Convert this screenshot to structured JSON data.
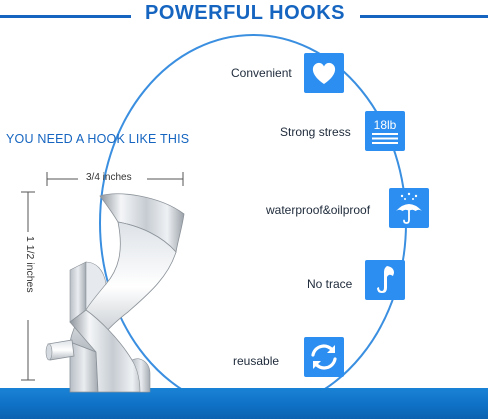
{
  "header": {
    "title": "POWERFUL HOOKS"
  },
  "subtitle": "YOU NEED A HOOK LIKE THIS",
  "dimensions": {
    "width_label": "3/4 inches",
    "height_label": "1 1/2 inches"
  },
  "features": [
    {
      "label": "Convenient",
      "icon": "heart-icon"
    },
    {
      "label": "Strong stress",
      "icon": "weight-badge-icon",
      "badge": "18lb"
    },
    {
      "label": "waterproof&oilproof",
      "icon": "umbrella-icon"
    },
    {
      "label": "No trace",
      "icon": "hook-icon"
    },
    {
      "label": "reusable",
      "icon": "refresh-icon"
    }
  ],
  "colors": {
    "accent": "#1565c0",
    "tile": "#2b8ef0",
    "floor": "#0e6fc3"
  }
}
